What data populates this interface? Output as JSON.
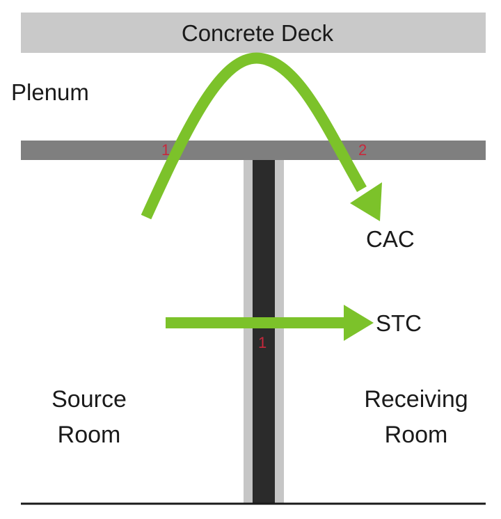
{
  "colors": {
    "deck": "#c9c9c9",
    "ceiling": "#7f7f7f",
    "wall_core": "#2b2b2b",
    "wall_face": "#c6c6c6",
    "floor": "#1a1a1a",
    "arrow": "#7cc22a",
    "marker": "#c8283c",
    "text": "#1a1a1a"
  },
  "labels": {
    "deck": "Concrete Deck",
    "plenum": "Plenum",
    "cac": "CAC",
    "stc": "STC",
    "source_line1": "Source",
    "source_line2": "Room",
    "receiving_line1": "Receiving",
    "receiving_line2": "Room"
  },
  "markers": {
    "ceiling_left": "1",
    "ceiling_right": "2",
    "wall": "1"
  }
}
